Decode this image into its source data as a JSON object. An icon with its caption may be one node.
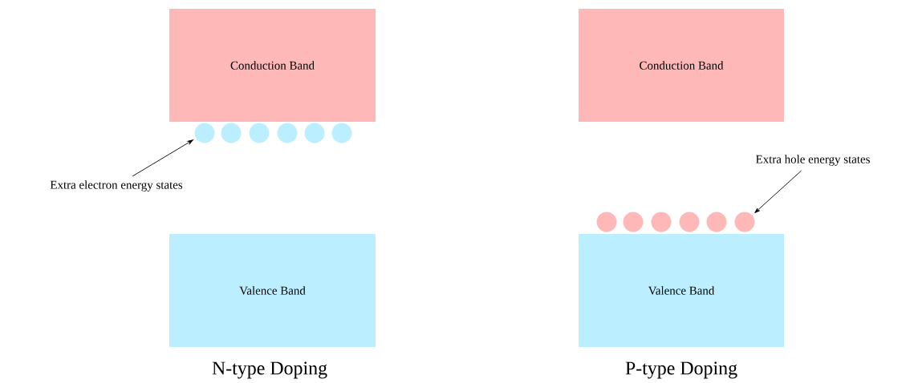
{
  "diagram": {
    "nodes": [
      {
        "text": [
          "Conduction Band"
        ]
      },
      {
        "text": [
          "Valence Band"
        ]
      },
      {
        "text": [],
        "shape": "circle"
      },
      {
        "text": [],
        "shape": "circle"
      },
      {
        "text": [],
        "shape": "circle"
      },
      {
        "text": [],
        "shape": "circle"
      },
      {
        "text": [],
        "shape": "circle"
      },
      {
        "text": [],
        "shape": "circle"
      },
      {
        "text": [
          "Extra electron energy states"
        ]
      },
      {
        "text": [
          "Conduction Band"
        ]
      },
      {
        "text": [
          "Valence Band"
        ]
      },
      {
        "text": [],
        "shape": "circle"
      },
      {
        "text": [],
        "shape": "circle"
      },
      {
        "text": [],
        "shape": "circle"
      },
      {
        "text": [],
        "shape": "circle"
      },
      {
        "text": [],
        "shape": "circle"
      },
      {
        "text": [],
        "shape": "circle"
      },
      {
        "text": [
          "Extra hole energy states"
        ]
      }
    ],
    "edges": [
      {
        "from": 8,
        "to": 2,
        "arrow": "to"
      },
      {
        "from": 17,
        "to": 16,
        "arrow": "to"
      }
    ],
    "labels": [
      "N-type Doping",
      "P-type Doping"
    ]
  }
}
